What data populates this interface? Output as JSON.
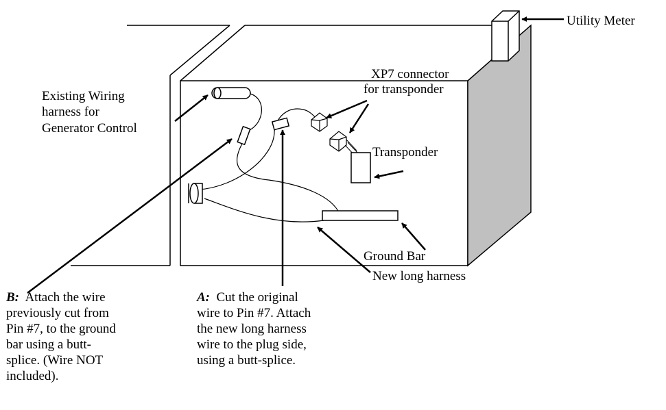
{
  "diagram": {
    "labels": {
      "utility_meter": "Utility Meter",
      "xp7_line1": "XP7 connector",
      "xp7_line2": "for transponder",
      "existing_line1": "Existing Wiring",
      "existing_line2": "harness for",
      "existing_line3": "Generator Control",
      "transponder": "Transponder",
      "ground_bar": "Ground Bar",
      "new_long_harness": "New long harness"
    },
    "step_b": {
      "key": "B:",
      "line1": "Attach the wire",
      "line2": "previously cut from",
      "line3": "Pin #7, to the ground",
      "line4": "bar using a butt-",
      "line5": "splice. (Wire NOT",
      "line6": "included)."
    },
    "step_a": {
      "key": "A:",
      "line1": "Cut the original",
      "line2": "wire to Pin #7. Attach",
      "line3": "the new long harness",
      "line4": "wire to the plug side,",
      "line5": "using a butt-splice."
    },
    "colors": {
      "line": "#000000",
      "side_panel": "#c0c0c0",
      "background": "#ffffff"
    }
  }
}
